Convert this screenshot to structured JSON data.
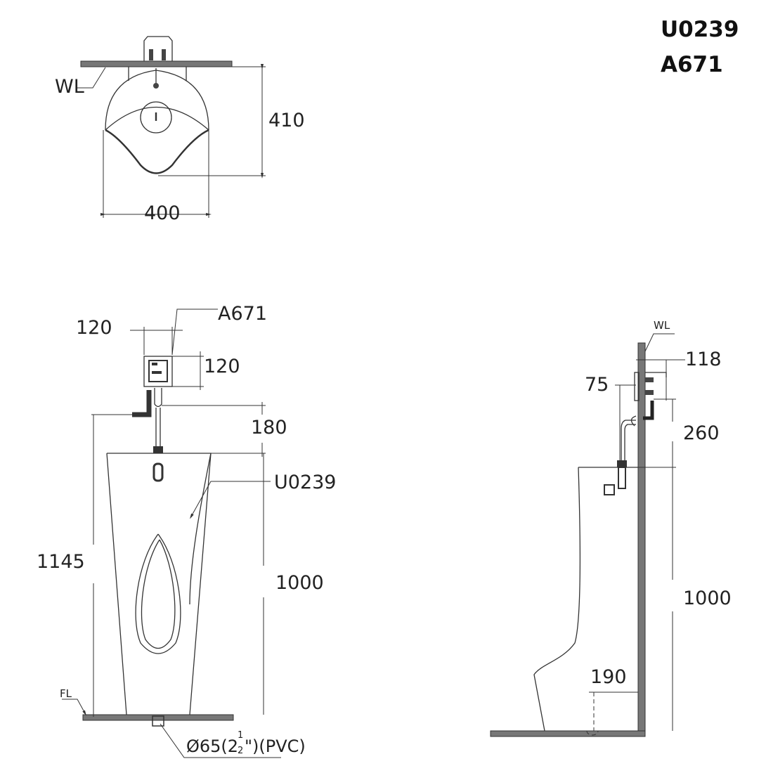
{
  "title": {
    "model_urinal": "U0239",
    "model_sensor": "A671"
  },
  "top_view": {
    "wall_label": "WL",
    "height_dim": "410",
    "width_dim": "400"
  },
  "front_view": {
    "sensor_width_dim": "120",
    "sensor_label": "A671",
    "sensor_height_dim": "120",
    "pipe_dim": "180",
    "total_height_dim": "1145",
    "urinal_label": "U0239",
    "urinal_height_dim": "1000",
    "floor_label": "FL",
    "drain_label_prefix": "Ø65(2",
    "drain_fraction_num": "1",
    "drain_fraction_den": "2",
    "drain_label_suffix": "\")(PVC)"
  },
  "side_view": {
    "wall_label": "WL",
    "sensor_depth_dim": "118",
    "pipe_offset_dim": "75",
    "pipe_height_dim": "260",
    "urinal_height_dim": "1000",
    "drain_offset_dim": "190"
  }
}
